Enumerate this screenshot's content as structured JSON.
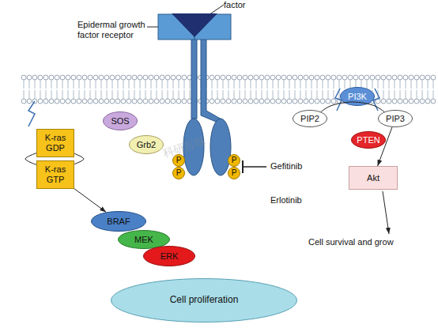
{
  "diagram": {
    "nodes": [
      {
        "text": [
          "PI3K"
        ]
      },
      {
        "text": [
          "PIP2"
        ]
      },
      {
        "text": [
          "PIP3"
        ]
      },
      {
        "text": [
          "SOS"
        ]
      },
      {
        "text": [
          "K-ras GDP"
        ]
      },
      {
        "text": [
          "PTEN"
        ]
      },
      {
        "text": [
          "Grb2"
        ]
      },
      {
        "text": [
          "P"
        ]
      },
      {
        "text": [
          "P"
        ]
      },
      {
        "text": [
          "P"
        ]
      },
      {
        "text": [
          "P"
        ]
      },
      {
        "text": [
          "K-ras GTP"
        ]
      },
      {
        "text": [
          "Akt"
        ]
      },
      {
        "text": [
          "BRAF"
        ]
      },
      {
        "text": [
          "MEK"
        ]
      },
      {
        "text": [
          "ERK"
        ]
      },
      {
        "text": [
          "Cell proliferation"
        ]
      }
    ],
    "edges": [
      {
        "from": 1,
        "to": 2,
        "arrow": "none"
      },
      {
        "from": 2,
        "to": 12,
        "arrow": "to"
      },
      {
        "from": 4,
        "to": 11,
        "arrow": "none"
      },
      {
        "from": 4,
        "to": 11,
        "arrow": "none"
      },
      {
        "from": 11,
        "to": 13,
        "arrow": "to"
      }
    ],
    "labels": [
      "factor",
      "Epidermal growth factor receptor",
      "Gefitinib",
      "Erlotinib",
      "Cell survival and grow",
      "科研百味"
    ]
  }
}
